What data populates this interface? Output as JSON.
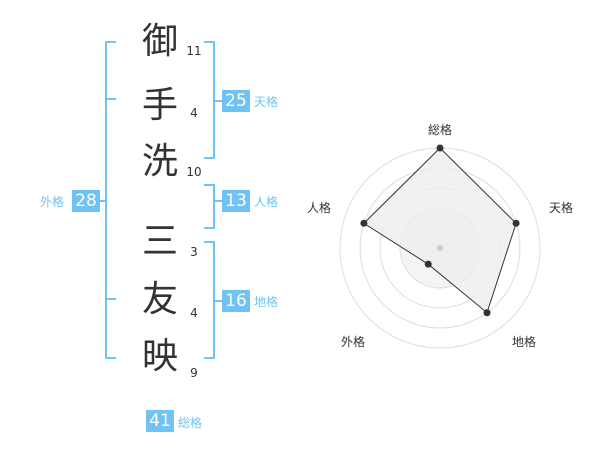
{
  "name": {
    "characters": [
      {
        "char": "御",
        "strokes": "11"
      },
      {
        "char": "手",
        "strokes": "4"
      },
      {
        "char": "洗",
        "strokes": "10"
      },
      {
        "char": "三",
        "strokes": "3"
      },
      {
        "char": "友",
        "strokes": "4"
      },
      {
        "char": "映",
        "strokes": "9"
      }
    ]
  },
  "fortunes": {
    "tenkaku": {
      "value": "25",
      "label": "天格"
    },
    "jinkaku": {
      "value": "13",
      "label": "人格"
    },
    "chikaku": {
      "value": "16",
      "label": "地格"
    },
    "gaikaku": {
      "value": "28",
      "label": "外格"
    },
    "soukaku": {
      "value": "41",
      "label": "総格"
    }
  },
  "colors": {
    "accent": "#6ec3f4",
    "text": "#333333",
    "radar_fill": "#eeeeee",
    "grid": "#dddddd"
  },
  "radar": {
    "labels": [
      "総格",
      "天格",
      "地格",
      "外格",
      "人格"
    ],
    "scores": [
      5,
      4,
      4,
      1,
      4
    ],
    "max": 5
  }
}
